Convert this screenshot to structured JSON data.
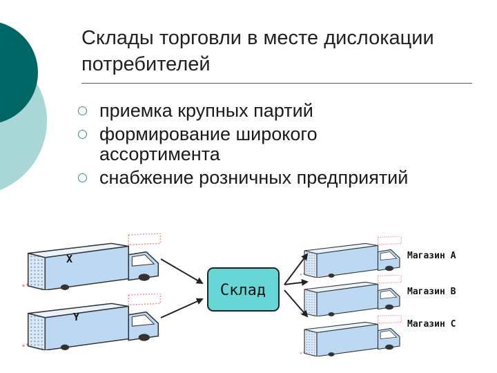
{
  "slide": {
    "title": "Склады торговли в месте дислокации потребителей",
    "bullets": [
      "приемка крупных партий",
      "формирование широкого ассортимента",
      "снабжение розничных предприятий"
    ]
  },
  "diagram": {
    "center_label": "Склад",
    "sources": [
      "X",
      "Y"
    ],
    "stores": [
      "Магазин А",
      "Магазин В",
      "Магазин С"
    ]
  },
  "colors": {
    "dark_teal": "#006666",
    "light_teal": "#8cc8c8",
    "sklad_fill": "#66d6d6",
    "truck_blue": "#bdd8f2",
    "truck_dot": "#6b9bcc",
    "accent_pink": "#ff8a8a"
  },
  "icons": [
    "truck-icon",
    "bullet-circle-icon"
  ]
}
